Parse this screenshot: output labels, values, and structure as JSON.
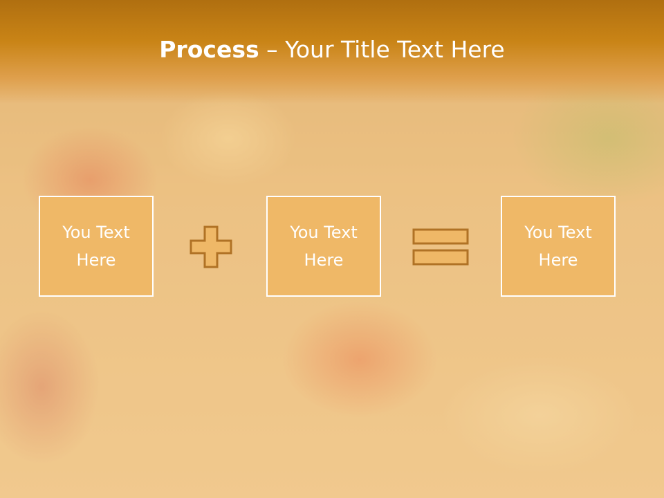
{
  "slide": {
    "title_bold": "Process",
    "title_rest": " – Your Title Text Here",
    "colors": {
      "header": "#c98416",
      "box_fill": "#efb867",
      "box_border": "#ffffff",
      "operator_fill": "#efb867",
      "operator_stroke": "#b07225"
    }
  },
  "boxes": [
    {
      "line1": "You Text",
      "line2": "Here"
    },
    {
      "line1": "You Text",
      "line2": "Here"
    },
    {
      "line1": "You Text",
      "line2": "Here"
    }
  ],
  "operators": [
    "plus-icon",
    "equals-icon"
  ]
}
